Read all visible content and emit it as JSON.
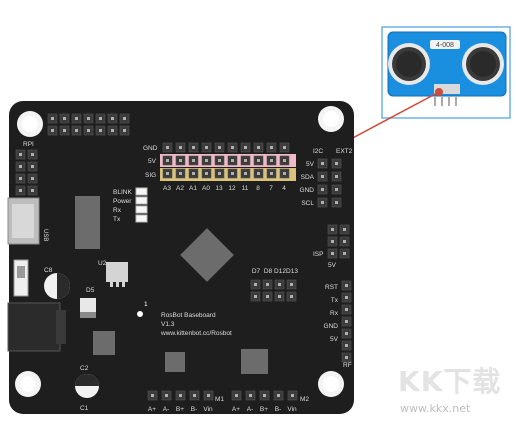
{
  "board": {
    "rpi_label": "RPI",
    "usb_label": "USB",
    "gnd_row_label": "GND",
    "5v_row_label": "5V",
    "sig_row_label": "SIG",
    "pin_labels": [
      "A3",
      "A2",
      "A1",
      "A0",
      "13",
      "12",
      "11",
      "8",
      "7",
      "4"
    ],
    "led_labels": [
      "BLINK",
      "Power",
      "Rx",
      "Tx"
    ],
    "u2_label": "U2",
    "c8_label": "C8",
    "d5_label": "D5",
    "c2_label": "C2",
    "c1_label": "C1",
    "marker_1": "1",
    "title_lines": [
      "RosBot Baseboard",
      "V1.3",
      "www.kittenbot.cc/Rosbot"
    ],
    "d_labels": [
      "D7",
      "D8",
      "D12",
      "D13"
    ],
    "i2c_label": "I2C",
    "ext2_label": "EXT2",
    "i2c_pins": [
      "5V",
      "SDA",
      "GND",
      "SCL"
    ],
    "isp_label": "ISP",
    "isp_5v_label": "5V",
    "rf_pins": [
      "RST",
      "Tx",
      "Rx",
      "GND",
      "5V"
    ],
    "rf_label": "RF",
    "motor1_label": "M1",
    "motor2_label": "M2",
    "motor_pins": [
      "A+",
      "A-",
      "B+",
      "B-",
      "Vin"
    ],
    "sensor_chip_label": "4-008"
  },
  "watermark": {
    "text": "KK下载",
    "url": "www.kkx.net"
  },
  "colors": {
    "board": "#1e1e1e",
    "power_row": "#f0b8c8",
    "sig_row": "#d9c37a",
    "sensor": "#1a8fe0",
    "connector_line": "#d24a3a"
  }
}
